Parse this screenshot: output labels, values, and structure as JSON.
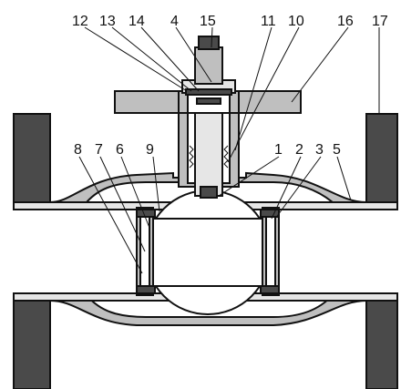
{
  "callouts": [
    {
      "id": "c12",
      "text": "12"
    },
    {
      "id": "c13",
      "text": "13"
    },
    {
      "id": "c14",
      "text": "14"
    },
    {
      "id": "c4",
      "text": "4"
    },
    {
      "id": "c15",
      "text": "15"
    },
    {
      "id": "c11",
      "text": "11"
    },
    {
      "id": "c10",
      "text": "10"
    },
    {
      "id": "c16",
      "text": "16"
    },
    {
      "id": "c17",
      "text": "17"
    },
    {
      "id": "c8",
      "text": "8"
    },
    {
      "id": "c7",
      "text": "7"
    },
    {
      "id": "c6",
      "text": "6"
    },
    {
      "id": "c9",
      "text": "9"
    },
    {
      "id": "c1",
      "text": "1"
    },
    {
      "id": "c2",
      "text": "2"
    },
    {
      "id": "c3",
      "text": "3"
    },
    {
      "id": "c5",
      "text": "5"
    }
  ]
}
